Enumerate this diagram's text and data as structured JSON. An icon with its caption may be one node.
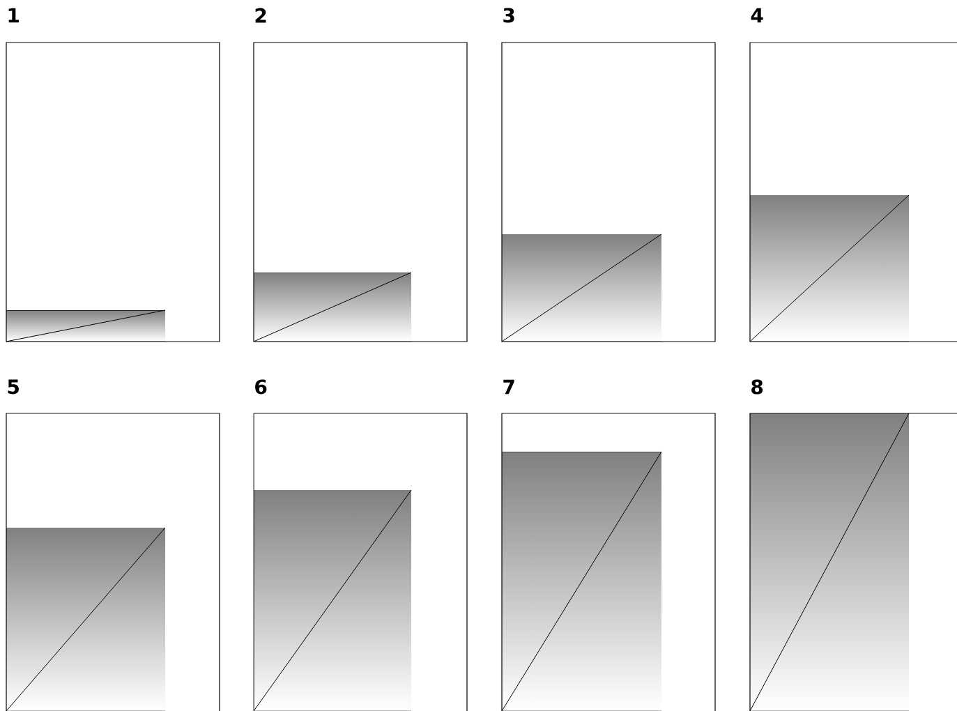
{
  "diagram": {
    "labels": [
      "1",
      "2",
      "3",
      "4",
      "5",
      "6",
      "7",
      "8"
    ]
  }
}
